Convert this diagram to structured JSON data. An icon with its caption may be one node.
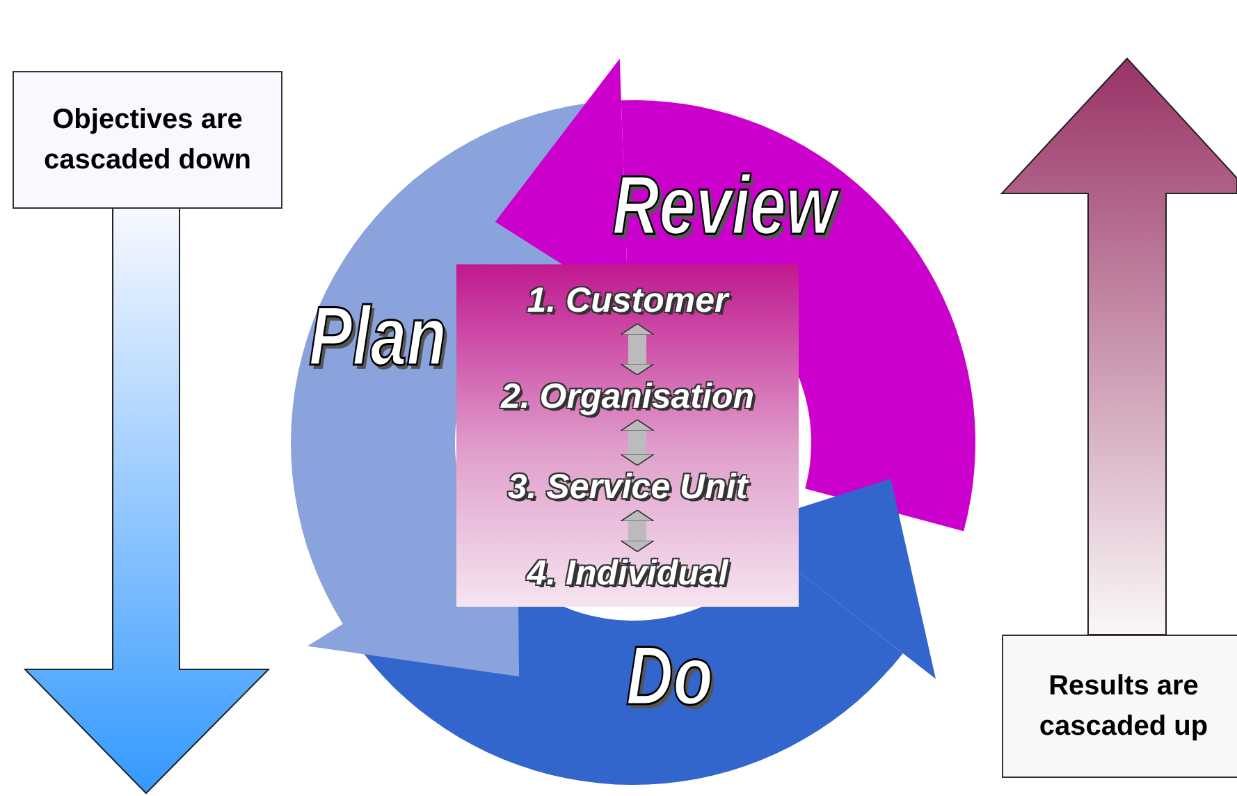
{
  "diagram": {
    "nodes": [
      {
        "text": [
          "Objectives are cascaded down"
        ]
      },
      {
        "text": [
          "Results are cascaded up"
        ]
      },
      {
        "text": [],
        "shape": "box"
      },
      {
        "text": [
          "1. Customer"
        ],
        "in": 2
      },
      {
        "text": [
          "2. Organisation"
        ],
        "in": 2
      },
      {
        "text": [
          "3. Service Unit"
        ],
        "in": 2
      },
      {
        "text": [
          "4. Individual"
        ],
        "in": 2
      }
    ],
    "edges": [
      {
        "from": 3,
        "to": 4,
        "arrow": "both"
      },
      {
        "from": 4,
        "to": 5,
        "arrow": "both"
      },
      {
        "from": 5,
        "to": 6,
        "arrow": "both"
      }
    ],
    "labels": [
      "Review",
      "Plan",
      "Do"
    ]
  }
}
